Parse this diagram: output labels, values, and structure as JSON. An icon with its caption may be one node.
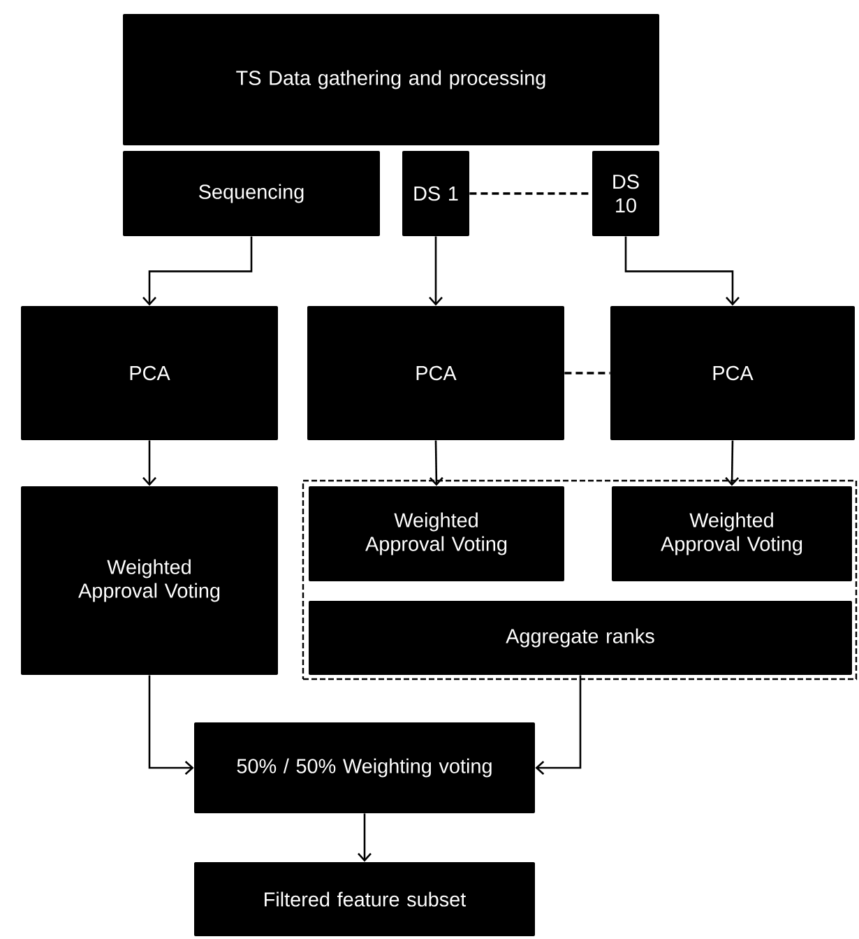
{
  "diagram": {
    "nodes": [
      {
        "text": [
          "TS Data gathering and processing"
        ]
      },
      {
        "text": [
          "Sequencing"
        ]
      },
      {
        "text": [
          "DS 1"
        ]
      },
      {
        "text": [
          "DS 10"
        ]
      },
      {
        "text": [
          "PCA"
        ]
      },
      {
        "text": [
          "PCA"
        ]
      },
      {
        "text": [
          "PCA"
        ]
      },
      {
        "text": [
          "Weighted Approval Voting"
        ]
      },
      {
        "text": [],
        "shape": "box"
      },
      {
        "text": [
          "Weighted Approval Voting"
        ],
        "in": 8
      },
      {
        "text": [
          "Weighted Approval Voting"
        ],
        "in": 8
      },
      {
        "text": [
          "Aggregate ranks"
        ],
        "in": 8
      },
      {
        "text": [
          "50% / 50% Weighting voting"
        ]
      },
      {
        "text": [
          "Filtered feature subset"
        ]
      }
    ],
    "edges": [
      {
        "from": 1,
        "to": 4,
        "arrow": "to"
      },
      {
        "from": 2,
        "to": 5,
        "arrow": "to"
      },
      {
        "from": 3,
        "to": 6,
        "arrow": "to"
      },
      {
        "from": 2,
        "to": 3,
        "arrow": "none",
        "style": "dashed"
      },
      {
        "from": 5,
        "to": 6,
        "arrow": "none",
        "style": "dashed"
      },
      {
        "from": 4,
        "to": 7,
        "arrow": "to"
      },
      {
        "from": 5,
        "to": 9,
        "arrow": "to"
      },
      {
        "from": 6,
        "to": 10,
        "arrow": "to"
      },
      {
        "from": 7,
        "to": 12,
        "arrow": "to"
      },
      {
        "from": 11,
        "to": 12,
        "arrow": "to"
      },
      {
        "from": 12,
        "to": 13,
        "arrow": "to"
      }
    ]
  }
}
